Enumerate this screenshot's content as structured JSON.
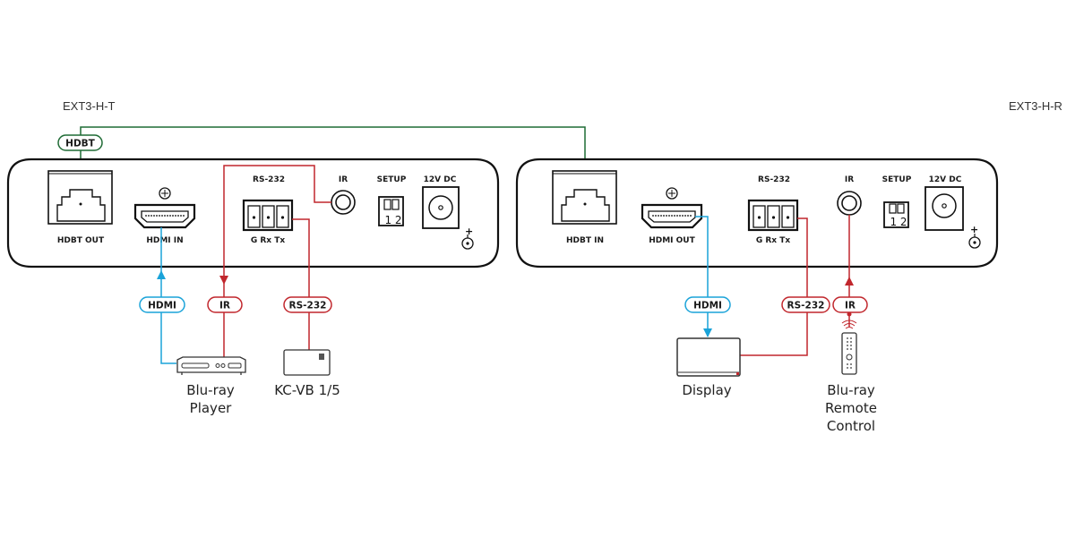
{
  "colors": {
    "hdbt": "#1f6b35",
    "hdmi": "#1aa3d9",
    "control": "#c1272d",
    "outline": "#111111"
  },
  "transmitter": {
    "title": "EXT3-H-T",
    "ports": {
      "hdbt": "HDBT OUT",
      "hdmi": "HDMI IN",
      "rs232": "RS-232",
      "rs232_pins": "G  Rx  Tx",
      "ir": "IR",
      "setup": "SETUP",
      "setup_switches": "1 2",
      "power": "12V DC"
    }
  },
  "receiver": {
    "title": "EXT3-H-R",
    "ports": {
      "hdbt": "HDBT IN",
      "hdmi": "HDMI OUT",
      "rs232": "RS-232",
      "rs232_pins": "G  Rx  Tx",
      "ir": "IR",
      "setup": "SETUP",
      "setup_switches": "1 2",
      "power": "12V DC"
    }
  },
  "cable_tags": {
    "hdbt": "HDBT",
    "tx_hdmi": "HDMI",
    "tx_ir": "IR",
    "tx_rs232": "RS-232",
    "rx_hdmi": "HDMI",
    "rx_rs232": "RS-232",
    "rx_ir": "IR"
  },
  "devices": {
    "bluray_player": [
      "Blu-ray",
      "Player"
    ],
    "kcvb": "KC-VB 1/5",
    "display": "Display",
    "remote": [
      "Blu-ray",
      "Remote",
      "Control"
    ]
  }
}
